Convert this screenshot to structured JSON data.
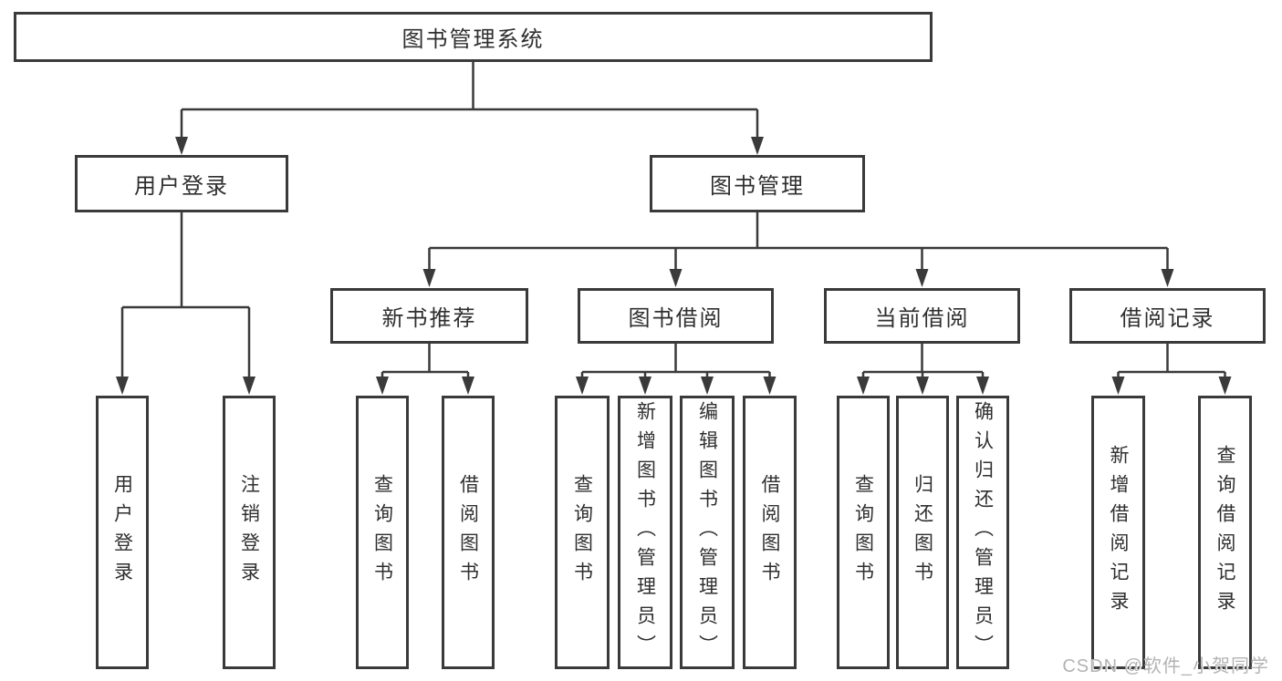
{
  "diagram_title": "图书管理系统",
  "nodes": {
    "root": "图书管理系统",
    "user_login": "用户登录",
    "book_mgmt": "图书管理",
    "new_book_rec": "新书推荐",
    "book_borrow": "图书借阅",
    "current_borrow": "当前借阅",
    "borrow_records": "借阅记录",
    "leaf_user_login": "用户登录",
    "leaf_logout": "注销登录",
    "nbr_query_books": "查询图书",
    "nbr_borrow_books": "借阅图书",
    "bb_query_books": "查询图书",
    "bb_add_books": "新增图书（管理员）",
    "bb_edit_books": "编辑图书（管理员）",
    "bb_borrow_books": "借阅图书",
    "cb_query_books": "查询图书",
    "cb_return_books": "归还图书",
    "cb_confirm_return": "确认归还（管理员）",
    "br_add_record": "新增借阅记录",
    "br_query_record": "查询借阅记录"
  },
  "watermark": "CSDN @软件_小贺同学",
  "colors": {
    "line": "#3a3a3a",
    "text": "#2f2f2f",
    "background": "#ffffff",
    "watermark": "#b3b3b3"
  }
}
